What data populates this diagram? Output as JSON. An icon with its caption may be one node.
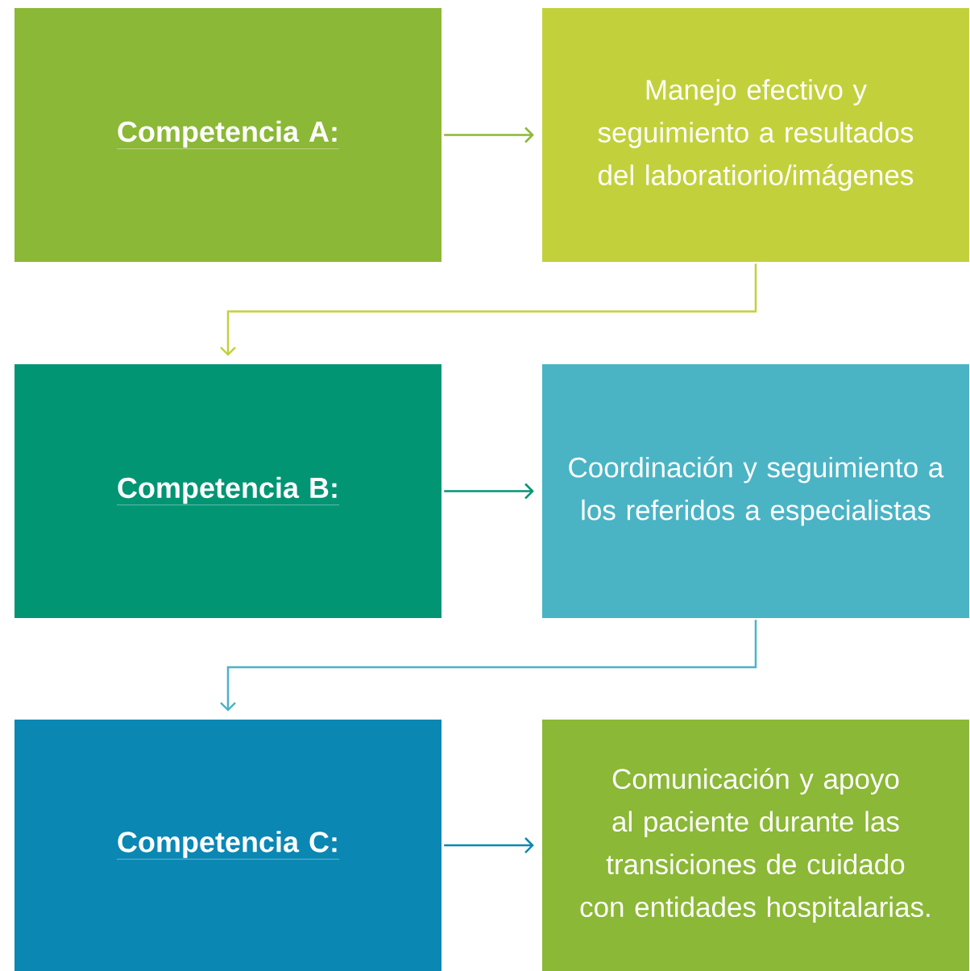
{
  "diagram": {
    "nodes": [
      {
        "text": [
          "Competencia A:"
        ]
      },
      {
        "text": [
          "Manejo efectivo y seguimiento a resultados del laboratiorio/imágenes"
        ]
      },
      {
        "text": [
          "Competencia B:"
        ]
      },
      {
        "text": [
          "Coordinación y seguimiento a los referidos a especialistas"
        ]
      },
      {
        "text": [
          "Competencia C:"
        ]
      },
      {
        "text": [
          "Comunicación y apoyo al paciente durante las transiciones de cuidado con entidades hospitalarias."
        ]
      }
    ],
    "edges": [
      {
        "from": 0,
        "to": 1,
        "arrow": "to",
        "color": "#8bb836"
      },
      {
        "from": 1,
        "to": 2,
        "arrow": "to",
        "color": "#c2d13b"
      },
      {
        "from": 2,
        "to": 3,
        "arrow": "to",
        "color": "#029574"
      },
      {
        "from": 3,
        "to": 4,
        "arrow": "to",
        "color": "#4ab4c5"
      },
      {
        "from": 4,
        "to": 5,
        "arrow": "to",
        "color": "#0b87b3"
      }
    ]
  }
}
